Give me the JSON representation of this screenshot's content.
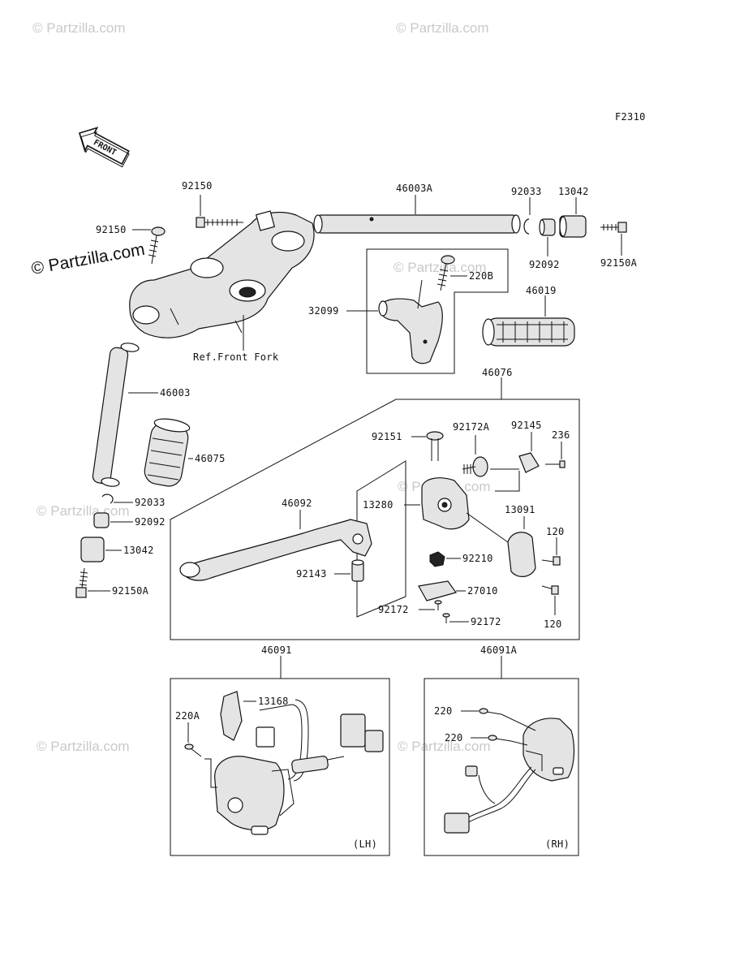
{
  "figure_code": "F2310",
  "front_arrow": "FRONT",
  "copyright": "© Partzilla.com",
  "watermark": "© Partzilla.com",
  "ref_label": "Ref.Front Fork",
  "side_labels": {
    "lh": "(LH)",
    "rh": "(RH)"
  },
  "parts": {
    "p92150_top": "92150",
    "p92150_left": "92150",
    "p46003A": "46003A",
    "p92033_top": "92033",
    "p13042_top": "13042",
    "p92092_top": "92092",
    "p92150A_top": "92150A",
    "p220B": "220B",
    "p32099": "32099",
    "p46019": "46019",
    "p46076": "46076",
    "p46003": "46003",
    "p46075": "46075",
    "p92033_left": "92033",
    "p92092_left": "92092",
    "p13042_left": "13042",
    "p92150A_left": "92150A",
    "p92151": "92151",
    "p92172A": "92172A",
    "p92145": "92145",
    "p236": "236",
    "p46092": "46092",
    "p13280": "13280",
    "p13091": "13091",
    "p120_a": "120",
    "p92210": "92210",
    "p92143": "92143",
    "p27010": "27010",
    "p92172_a": "92172",
    "p92172_b": "92172",
    "p120_b": "120",
    "p46091": "46091",
    "p46091A": "46091A",
    "p13168": "13168",
    "p220A": "220A",
    "p220_a": "220",
    "p220_b": "220"
  }
}
